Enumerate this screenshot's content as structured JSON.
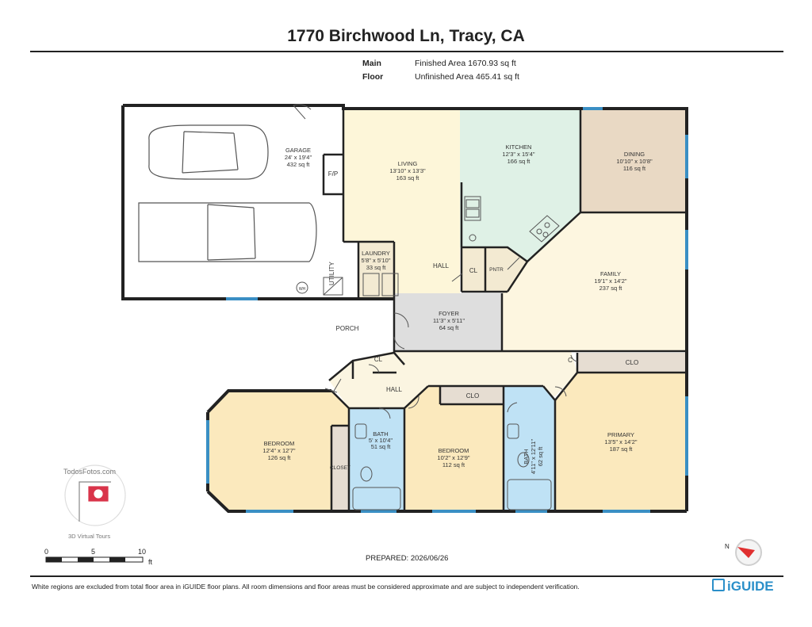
{
  "header": {
    "title": "1770 Birchwood Ln, Tracy, CA",
    "floor_label": "Main Floor",
    "finished_area": "Finished Area 1670.93 sq ft",
    "unfinished_area": "Unfinished Area 465.41 sq ft"
  },
  "rooms": {
    "garage": {
      "name": "GARAGE",
      "dims": "24' x 19'4\"",
      "area": "432 sq ft"
    },
    "living": {
      "name": "LIVING",
      "dims": "13'10\" x 13'3\"",
      "area": "163 sq ft"
    },
    "kitchen": {
      "name": "KITCHEN",
      "dims": "12'3\" x 15'4\"",
      "area": "166 sq ft"
    },
    "dining": {
      "name": "DINING",
      "dims": "10'10\" x 10'8\"",
      "area": "116 sq ft"
    },
    "laundry": {
      "name": "LAUNDRY",
      "dims": "5'8\" x 5'10\"",
      "area": "33 sq ft"
    },
    "family": {
      "name": "FAMILY",
      "dims": "19'1\" x 14'2\"",
      "area": "237 sq ft"
    },
    "foyer": {
      "name": "FOYER",
      "dims": "11'3\" x 5'11\"",
      "area": "64 sq ft"
    },
    "bedroom1": {
      "name": "BEDROOM",
      "dims": "12'4\" x 12'7\"",
      "area": "126 sq ft"
    },
    "bath1": {
      "name": "BATH",
      "dims": "5' x 10'4\"",
      "area": "51 sq ft"
    },
    "bedroom2": {
      "name": "BEDROOM",
      "dims": "10'2\" x 12'9\"",
      "area": "112 sq ft"
    },
    "bath2": {
      "name": "BATH",
      "dims": "4'11\" x 12'11\"",
      "area": "62 sq ft"
    },
    "primary": {
      "name": "PRIMARY",
      "dims": "13'5\" x 14'2\"",
      "area": "187 sq ft"
    }
  },
  "labels": {
    "fp": "F/P",
    "utility": "UTILITY",
    "wh": "WH",
    "hall_upper": "HALL",
    "cl_kitchen": "CL",
    "pntr": "PNTR",
    "porch": "PORCH",
    "cl_hall": "CL",
    "hall_lower": "HALL",
    "clo_bed2": "CLO",
    "closet": "CLOSET",
    "c_primary": "C",
    "clo_primary": "CLO"
  },
  "scale": {
    "ticks": [
      "0",
      "5",
      "10"
    ],
    "unit": "ft"
  },
  "prepared": "PREPARED: 2026/06/26",
  "compass": {
    "label": "N"
  },
  "logo": {
    "brand": "TodosFotos.com",
    "tagline": "3D Virtual Tours"
  },
  "footer": {
    "disclaimer": "White regions are excluded from total floor area in iGUIDE floor plans. All room dimensions and floor areas must be considered approximate and are subject to independent verification.",
    "brand": "iGUIDE"
  },
  "colors": {
    "garage": "#ffffff",
    "living": "#fdf6d9",
    "kitchen": "#dff1e6",
    "dining": "#e9d9c4",
    "family": "#fdf6e0",
    "foyer": "#dedede",
    "hall": "#fbf5e1",
    "laundry": "#f3ead2",
    "bedroom": "#fbe9bd",
    "bath": "#bfe2f5",
    "closet": "#e6ddd2",
    "window": "#3a8fc4",
    "wall": "#222222"
  }
}
